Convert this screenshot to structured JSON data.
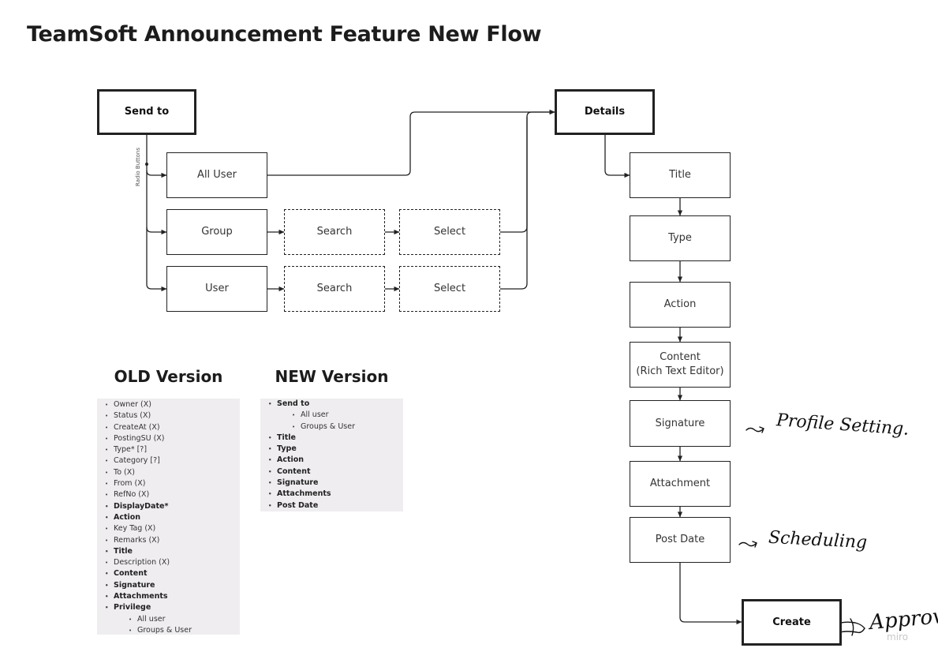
{
  "page": {
    "title": "TeamSoft Announcement Feature New Flow"
  },
  "flow": {
    "send_to": "Send to",
    "radio_label": "Radio Buttons",
    "all_user": "All User",
    "group": "Group",
    "user": "User",
    "search": "Search",
    "select": "Select",
    "details": "Details",
    "title": "Title",
    "type": "Type",
    "action": "Action",
    "content_line1": "Content",
    "content_line2": "(Rich Text Editor)",
    "signature": "Signature",
    "attachment": "Attachment",
    "post_date": "Post Date",
    "create": "Create"
  },
  "old_version": {
    "heading": "OLD Version",
    "items": [
      {
        "text": "Owner (X)",
        "bold": false,
        "level": 0
      },
      {
        "text": "Status (X)",
        "bold": false,
        "level": 0
      },
      {
        "text": "CreateAt (X)",
        "bold": false,
        "level": 0
      },
      {
        "text": "PostingSU (X)",
        "bold": false,
        "level": 0
      },
      {
        "text": "Type* [?]",
        "bold": false,
        "level": 0
      },
      {
        "text": "Category [?]",
        "bold": false,
        "level": 0
      },
      {
        "text": "To (X)",
        "bold": false,
        "level": 0
      },
      {
        "text": "From (X)",
        "bold": false,
        "level": 0
      },
      {
        "text": "RefNo (X)",
        "bold": false,
        "level": 0
      },
      {
        "text": "DisplayDate*",
        "bold": true,
        "level": 0
      },
      {
        "text": "Action",
        "bold": true,
        "level": 0
      },
      {
        "text": "Key Tag (X)",
        "bold": false,
        "level": 0
      },
      {
        "text": "Remarks (X)",
        "bold": false,
        "level": 0
      },
      {
        "text": "Title",
        "bold": true,
        "level": 0
      },
      {
        "text": "Description (X)",
        "bold": false,
        "level": 0
      },
      {
        "text": "Content",
        "bold": true,
        "level": 0
      },
      {
        "text": "Signature",
        "bold": true,
        "level": 0
      },
      {
        "text": "Attachments",
        "bold": true,
        "level": 0
      },
      {
        "text": "Privilege",
        "bold": true,
        "level": 0
      },
      {
        "text": "All user",
        "bold": false,
        "level": 1
      },
      {
        "text": "Groups & User",
        "bold": false,
        "level": 1
      }
    ]
  },
  "new_version": {
    "heading": "NEW Version",
    "items": [
      {
        "text": "Send to",
        "bold": true,
        "level": 0
      },
      {
        "text": "All user",
        "bold": false,
        "level": 1
      },
      {
        "text": "Groups & User",
        "bold": false,
        "level": 1
      },
      {
        "text": "Title",
        "bold": true,
        "level": 0
      },
      {
        "text": "Type",
        "bold": true,
        "level": 0
      },
      {
        "text": "Action",
        "bold": true,
        "level": 0
      },
      {
        "text": "Content",
        "bold": true,
        "level": 0
      },
      {
        "text": "Signature",
        "bold": true,
        "level": 0
      },
      {
        "text": "Attachments",
        "bold": true,
        "level": 0
      },
      {
        "text": "Post Date",
        "bold": true,
        "level": 0
      }
    ]
  },
  "annotations": {
    "signature_note": "Profile Setting.",
    "post_date_note": "Scheduling",
    "create_note": "Approval"
  },
  "watermark": "miro",
  "colors": {
    "stroke": "#222222",
    "panel": "#efedf0",
    "background": "#ffffff"
  }
}
